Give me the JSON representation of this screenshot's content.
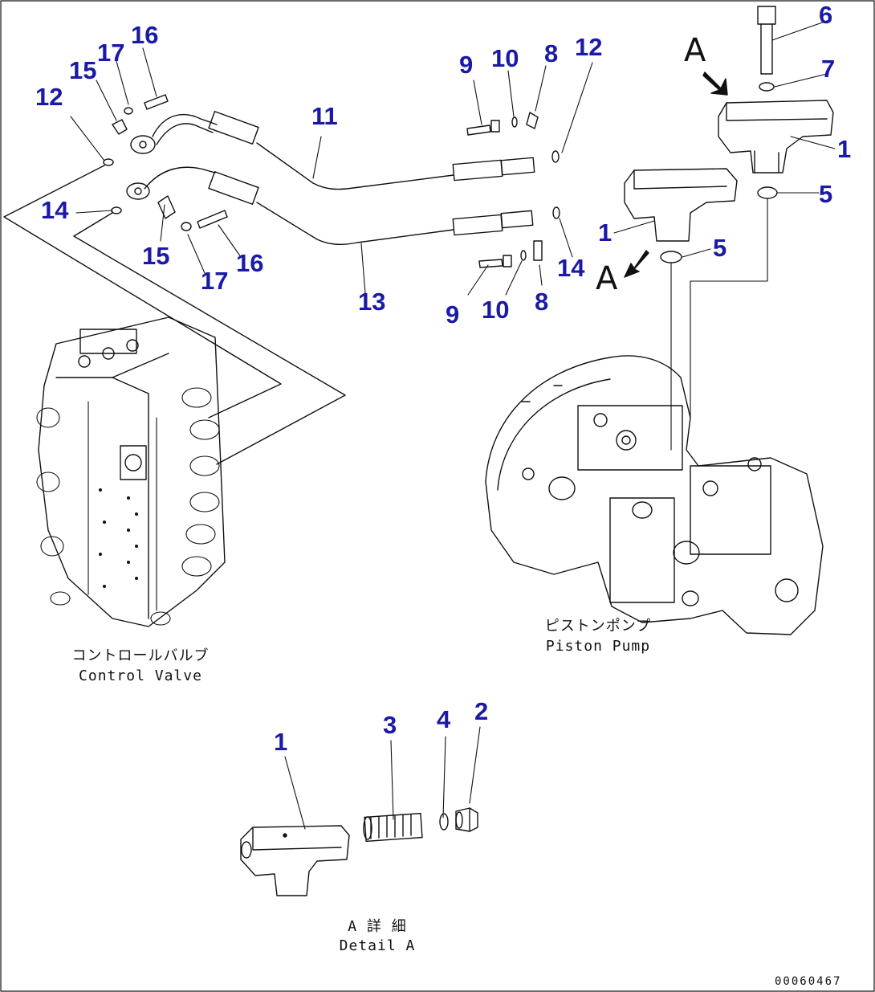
{
  "callouts": [
    {
      "id": "c16a",
      "text": "16"
    },
    {
      "id": "c17a",
      "text": "17"
    },
    {
      "id": "c15a",
      "text": "15"
    },
    {
      "id": "c12a",
      "text": "12"
    },
    {
      "id": "c14a",
      "text": "14"
    },
    {
      "id": "c15b",
      "text": "15"
    },
    {
      "id": "c17b",
      "text": "17"
    },
    {
      "id": "c16b",
      "text": "16"
    },
    {
      "id": "c11",
      "text": "11"
    },
    {
      "id": "c13",
      "text": "13"
    },
    {
      "id": "c9a",
      "text": "9"
    },
    {
      "id": "c10a",
      "text": "10"
    },
    {
      "id": "c8a",
      "text": "8"
    },
    {
      "id": "c12b",
      "text": "12"
    },
    {
      "id": "c9b",
      "text": "9"
    },
    {
      "id": "c10b",
      "text": "10"
    },
    {
      "id": "c8b",
      "text": "8"
    },
    {
      "id": "c14b",
      "text": "14"
    },
    {
      "id": "c6",
      "text": "6"
    },
    {
      "id": "c7",
      "text": "7"
    },
    {
      "id": "c1a",
      "text": "1"
    },
    {
      "id": "c5a",
      "text": "5"
    },
    {
      "id": "c1b",
      "text": "1"
    },
    {
      "id": "c5b",
      "text": "5"
    },
    {
      "id": "c1c",
      "text": "1"
    },
    {
      "id": "c3",
      "text": "3"
    },
    {
      "id": "c4",
      "text": "4"
    },
    {
      "id": "c2",
      "text": "2"
    }
  ],
  "view_marker_top": "A",
  "view_marker_mid": "A",
  "labels": {
    "control_valve_jp": "コントロールバルブ",
    "control_valve_en": "Control Valve",
    "piston_pump_jp": "ピストンポンプ",
    "piston_pump_en": "Piston Pump",
    "detail_jp": "A 詳 細",
    "detail_en": "Detail A"
  },
  "drawing_number": "00060467"
}
